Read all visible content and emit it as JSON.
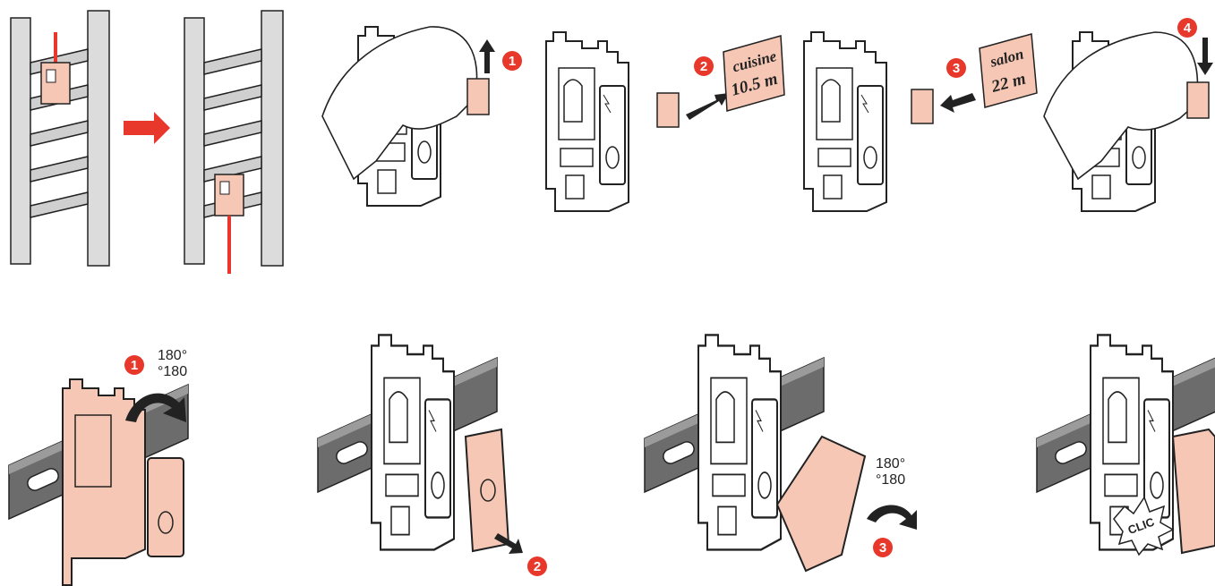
{
  "colors": {
    "accent": "#e8372b",
    "pink": "#f6c7b5",
    "pink_dark": "#e9a88f",
    "outline": "#222222",
    "rail": "#6c6c6c",
    "rail_light": "#9b9b9b",
    "frame": "#c9c9c9"
  },
  "top_row": {
    "step1_badge": "1",
    "step2_badge": "2",
    "step3_badge": "3",
    "step4_badge": "4",
    "label_cuisine_line1": "cuisine",
    "label_cuisine_line2": "10.5 m",
    "label_salon_line1": "salon",
    "label_salon_line2": "22 m"
  },
  "bottom_row": {
    "step1_badge": "1",
    "step2_badge": "2",
    "step3_badge": "3",
    "rotation1_line1": "180°",
    "rotation1_line2": "°180",
    "rotation2_line1": "180°",
    "rotation2_line2": "°180",
    "clic_text": "CLIC"
  },
  "icons": [
    "up-arrow-icon",
    "right-arrow-icon",
    "left-arrow-icon",
    "down-arrow-icon",
    "rotate-arrow-icon",
    "phone-icon",
    "lightning-icon"
  ]
}
